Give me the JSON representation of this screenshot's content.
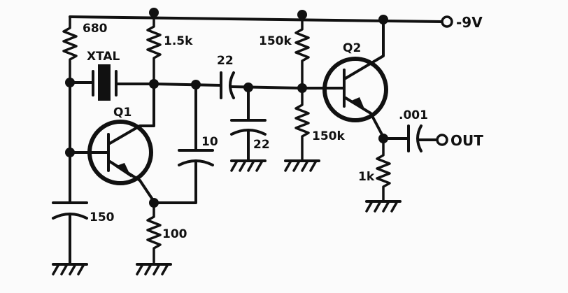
{
  "supply_label": "-9V",
  "output_label": "OUT",
  "components": {
    "r_680": "680",
    "xtal": "XTAL",
    "r_1k5": "1.5k",
    "q1": "Q1",
    "c_10": "10",
    "c_22_series": "22",
    "c_22_shunt": "22",
    "r_150k_top": "150k",
    "r_150k_bottom": "150k",
    "q2": "Q2",
    "c_001": ".001",
    "r_1k": "1k",
    "c_150": "150",
    "r_100": "100"
  },
  "colors": {
    "ink": "#111111",
    "paper": "#fbfbfb"
  }
}
